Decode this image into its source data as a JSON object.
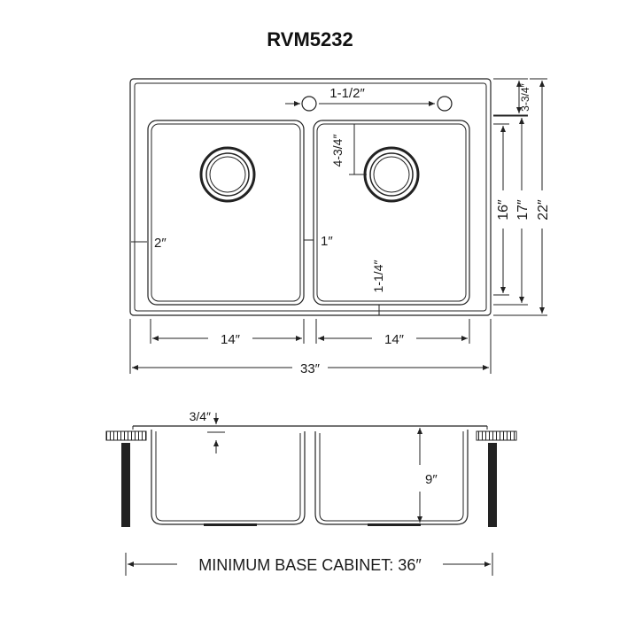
{
  "title": "RVM5232",
  "top_view": {
    "faucet_hole_spacing": "1-1/2″",
    "deck_depth": "3-3/4″",
    "drain_offset": "4-3/4″",
    "bowl_depth_inner": "16″",
    "bowl_depth_outer": "17″",
    "overall_depth": "22″",
    "left_margin": "2″",
    "divider_gap": "1″",
    "front_margin": "1-1/4″",
    "left_bowl_width": "14″",
    "right_bowl_width": "14″",
    "overall_width": "33″"
  },
  "side_view": {
    "rim_offset": "3/4″",
    "bowl_height": "9″",
    "cabinet_note": "MINIMUM BASE CABINET: 36″"
  },
  "colors": {
    "line": "#222222",
    "text": "#1a1a1a"
  }
}
